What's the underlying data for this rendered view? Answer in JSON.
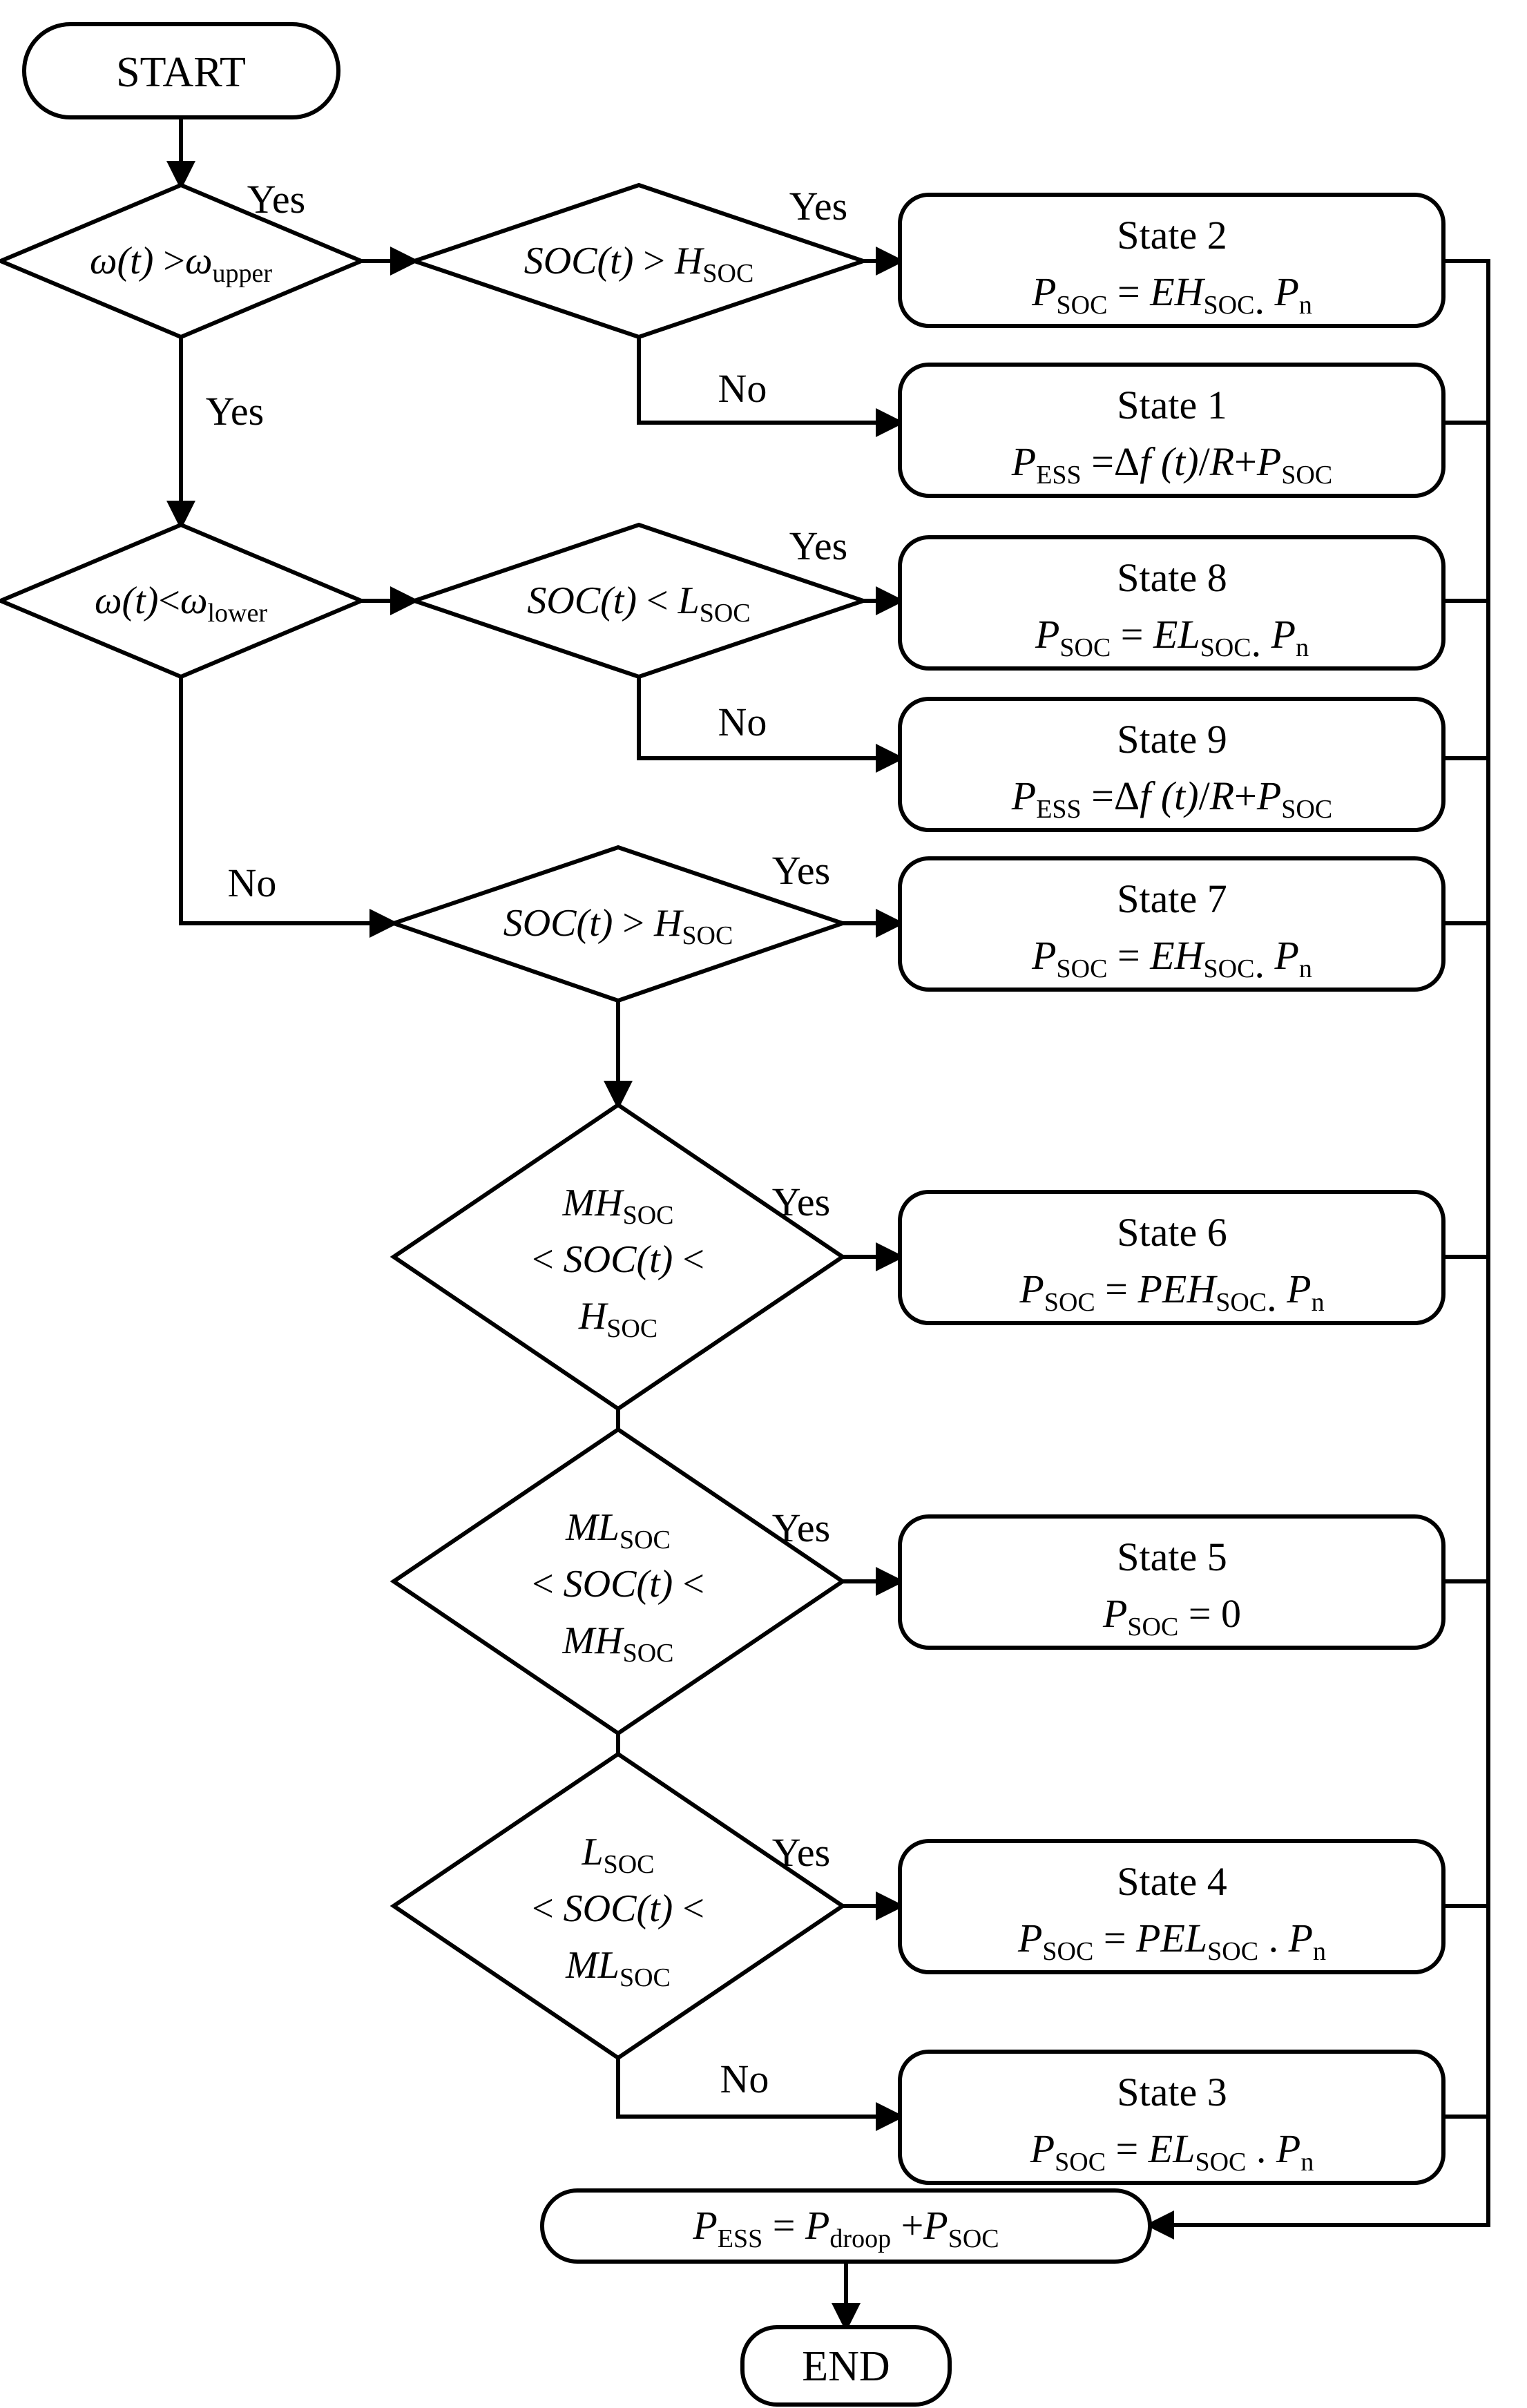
{
  "diagram": {
    "title": "ESS SOC-based frequency control state flowchart",
    "type": "flowchart",
    "stroke_color": "#000000",
    "fill_color": "#ffffff",
    "background": "#ffffff"
  },
  "terminals": {
    "start": "START",
    "end": "END"
  },
  "decisions": [
    {
      "id": "d1",
      "lines": [
        "ω(t) >ωupper"
      ],
      "plain": "ω(t) > ω_upper",
      "yes_label": "Yes",
      "no_label": "Yes"
    },
    {
      "id": "d2",
      "lines": [
        "SOC(t) > HSOC"
      ],
      "plain": "SOC(t) > H_SOC",
      "yes_label": "Yes",
      "no_label": "No"
    },
    {
      "id": "d3",
      "lines": [
        "ω(t)<ωlower"
      ],
      "plain": "ω(t) < ω_lower",
      "yes_label": "Yes",
      "no_label": "No"
    },
    {
      "id": "d4",
      "lines": [
        "SOC(t) < LSOC"
      ],
      "plain": "SOC(t) < L_SOC",
      "yes_label": "Yes",
      "no_label": "No"
    },
    {
      "id": "d5",
      "lines": [
        "SOC(t) > HSOC"
      ],
      "plain": "SOC(t) > H_SOC",
      "yes_label": "Yes",
      "no_label": ""
    },
    {
      "id": "d6",
      "lines": [
        "MHSOC",
        "< SOC(t) <",
        "HSOC"
      ],
      "plain": "MH_SOC < SOC(t) < H_SOC",
      "yes_label": "Yes",
      "no_label": ""
    },
    {
      "id": "d7",
      "lines": [
        "MLSOC",
        "< SOC(t) <",
        "MHSOC"
      ],
      "plain": "ML_SOC < SOC(t) < MH_SOC",
      "yes_label": "Yes",
      "no_label": ""
    },
    {
      "id": "d8",
      "lines": [
        "LSOC",
        "< SOC(t) <",
        "MLSOC"
      ],
      "plain": "L_SOC < SOC(t) < ML_SOC",
      "yes_label": "Yes",
      "no_label": "No"
    }
  ],
  "states": [
    {
      "id": "s2",
      "title": "State 2",
      "equation": "PSOC = EHSOC. Pn"
    },
    {
      "id": "s1",
      "title": "State 1",
      "equation": "PESS =Δf (t)/R+PSOC"
    },
    {
      "id": "s8",
      "title": "State 8",
      "equation": "PSOC = ELSOC. Pn"
    },
    {
      "id": "s9",
      "title": "State 9",
      "equation": "PESS =Δf (t)/R+PSOC"
    },
    {
      "id": "s7",
      "title": "State 7",
      "equation": "PSOC = EHSOC. Pn"
    },
    {
      "id": "s6",
      "title": "State 6",
      "equation": "PSOC = PEHSOC. Pn"
    },
    {
      "id": "s5",
      "title": "State 5",
      "equation": "PSOC = 0"
    },
    {
      "id": "s4",
      "title": "State 4",
      "equation": "PSOC = PELSOC . Pn"
    },
    {
      "id": "s3",
      "title": "State 3",
      "equation": "PSOC = ELSOC . Pn"
    }
  ],
  "summary_box": {
    "id": "psum",
    "equation": "PESS = Pdroop +PSOC"
  },
  "edge_labels": {
    "yes": "Yes",
    "no": "No"
  }
}
